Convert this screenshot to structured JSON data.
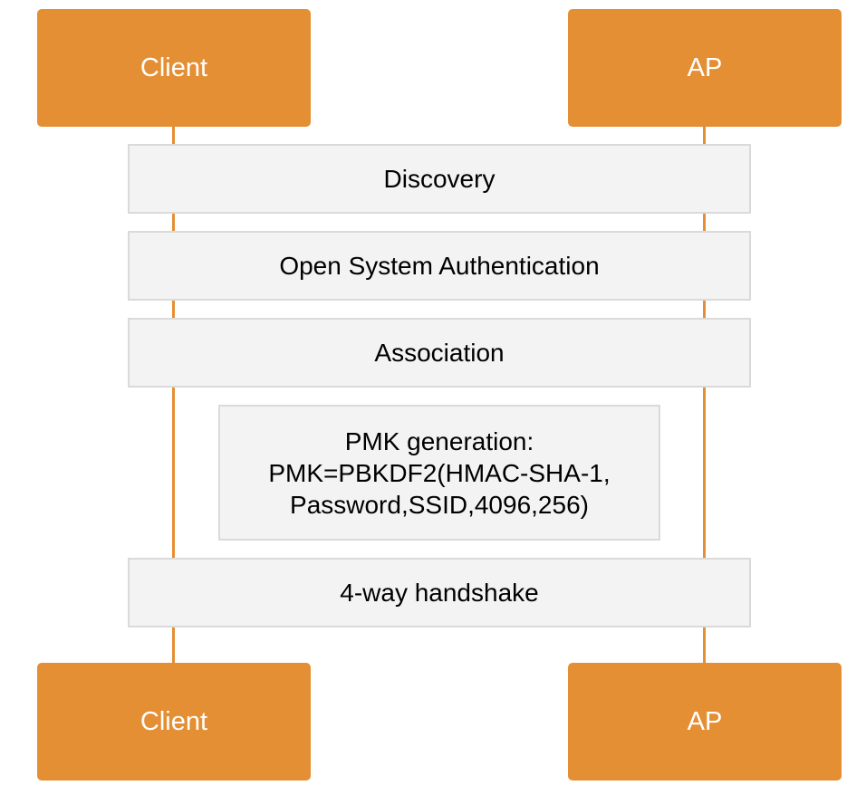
{
  "colors": {
    "actor_fill": "#e58f34",
    "actor_text": "#ffffff",
    "lifeline": "#e58f34",
    "step_fill": "#f3f3f3",
    "step_border": "#dadada"
  },
  "actors": {
    "client_top": "Client",
    "ap_top": "AP",
    "client_bottom": "Client",
    "ap_bottom": "AP"
  },
  "steps": {
    "discovery": "Discovery",
    "open_system_auth": "Open System Authentication",
    "association": "Association",
    "pmk_generation": {
      "line1": "PMK generation:",
      "line2": "PMK=PBKDF2(HMAC-SHA-1,",
      "line3": "Password,SSID,4096,256)"
    },
    "four_way_handshake": "4-way handshake"
  }
}
